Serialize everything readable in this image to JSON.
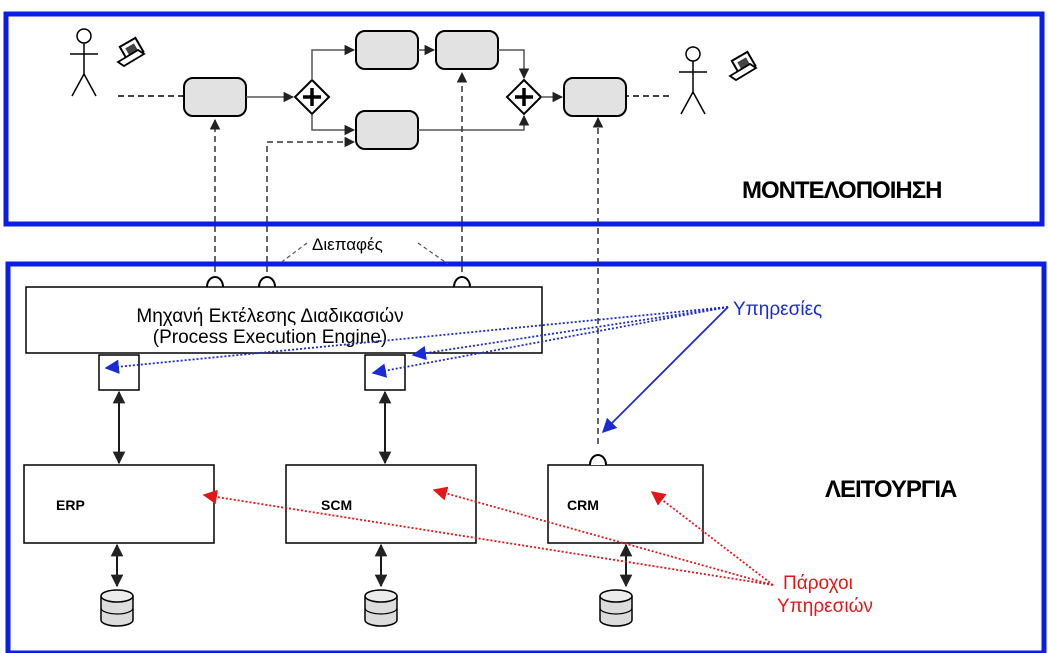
{
  "panels": {
    "modeling_title": "ΜΟΝΤΕΛΟΠΟΙΗΣΗ",
    "operation_title": "ΛΕΙΤΟΥΡΓΙΑ"
  },
  "engine": {
    "line1": "Μηχανή Εκτέλεσης Διαδικασιών",
    "line2": "(Process Execution Engine)"
  },
  "interfaces_label": "Διεπαφές",
  "services_label": "Υπηρεσίες",
  "providers_label": {
    "line1": "Πάροχοι",
    "line2": "Υπηρεσιών"
  },
  "systems": {
    "erp": "ERP",
    "scm": "SCM",
    "crm": "CRM"
  },
  "colors": {
    "panel_border": "#0a1ee6",
    "services": "#1a2bd6",
    "providers": "#e01818",
    "task_fill": "#e2e2e2"
  },
  "icons": [
    "actor-icon",
    "computer-icon",
    "parallel-gateway-icon",
    "database-icon"
  ]
}
